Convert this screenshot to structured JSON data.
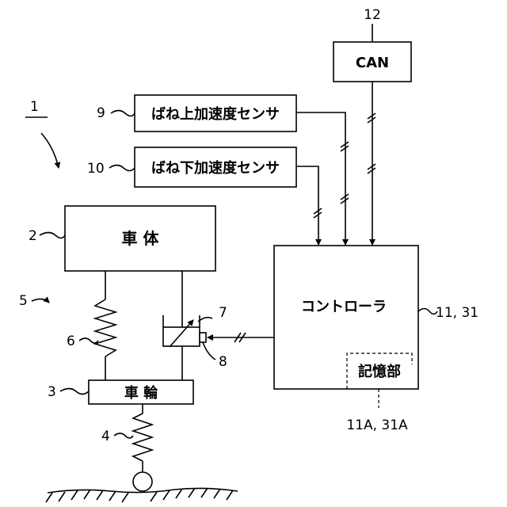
{
  "labels": {
    "system_ref": "1",
    "vehicle_body_ref": "2",
    "wheel_ref": "3",
    "tire_spring_ref": "4",
    "suspension_ref": "5",
    "spring_ref": "6",
    "damper_ref": "7",
    "actuator_ref": "8",
    "sprung_sensor_ref": "9",
    "unsprung_sensor_ref": "10",
    "controller_ref": "11, 31",
    "can_ref": "12",
    "memory_ref": "11A, 31A"
  },
  "boxes": {
    "can": "CAN",
    "sprung_sensor": "ばね上加速度センサ",
    "unsprung_sensor": "ばね下加速度センサ",
    "vehicle_body": "車 体",
    "wheel": "車 輪",
    "controller": "コントローラ",
    "memory": "記憶部"
  }
}
